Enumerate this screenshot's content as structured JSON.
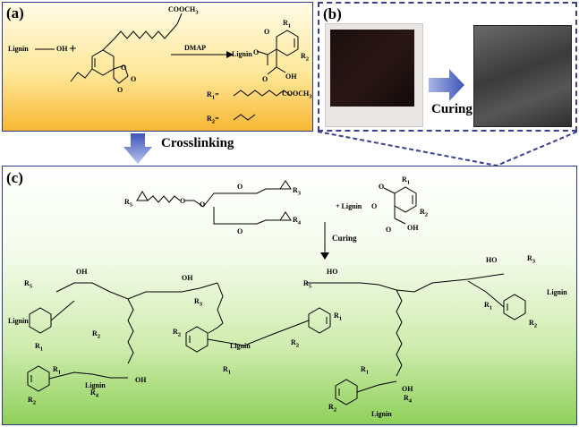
{
  "panel_a": {
    "label": "(a)",
    "lignin_oh_lignin": "Lignin",
    "lignin_oh_oh": "OH",
    "plus": "+",
    "cooch3_top": "COOCH",
    "sub3": "3",
    "reagent": "DMAP",
    "product_lignin": "Lignin",
    "product_o": "O",
    "product_r1": "R",
    "product_r2": "R",
    "product_oh": "OH",
    "r1_def_label": "R",
    "r1_def_group": "COOCH",
    "r2_def_label": "R",
    "sub1": "1",
    "sub2": "2",
    "eq": "=",
    "o": "O"
  },
  "panel_b": {
    "label": "(b)",
    "curing": "Curing"
  },
  "between": {
    "crosslinking": "Crosslinking"
  },
  "panel_c": {
    "label": "(c)",
    "r5": "R",
    "r3": "R",
    "r4": "R",
    "sub5": "5",
    "sub3": "3",
    "sub4": "4",
    "plus_lignin": "+ Lignin",
    "r1": "R",
    "r2": "R",
    "sub1": "1",
    "sub2": "2",
    "oh": "OH",
    "o": "O",
    "curing": "Curing",
    "ho": "HO",
    "lignin": "Lignin"
  },
  "colors": {
    "frame": "#2c3a8c",
    "arrow": "#4a5bb0",
    "dashed": "#3a3f94"
  }
}
